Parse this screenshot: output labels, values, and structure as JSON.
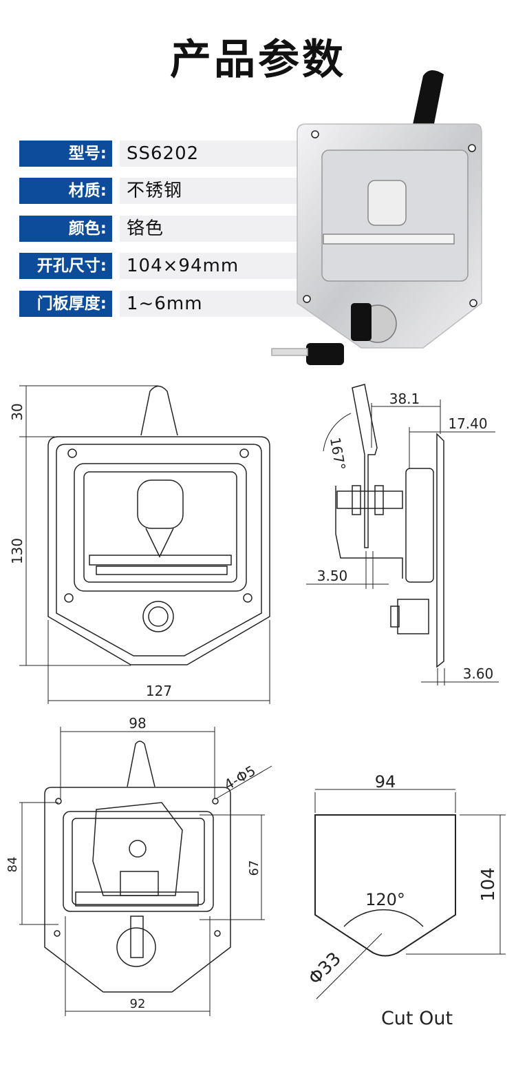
{
  "title": "产品参数",
  "specs": [
    {
      "label": "型号:",
      "value": "SS6202"
    },
    {
      "label": "材质:",
      "value": "不锈钢"
    },
    {
      "label": "颜色:",
      "value": "铬色"
    },
    {
      "label": "开孔尺寸:",
      "value": "104×94mm"
    },
    {
      "label": "门板厚度:",
      "value": "1~6mm"
    }
  ],
  "front_view": {
    "handle_height": "30",
    "height": "130",
    "width": "127"
  },
  "side_view": {
    "angle": "167°",
    "handle_offset": "38.1",
    "depth": "17.40",
    "handle_thickness": "3.50",
    "plate_thickness": "3.60"
  },
  "back_view": {
    "top_width": "98",
    "holes": "4-Φ5",
    "hole_height": "84",
    "inner_height": "67",
    "bottom_width": "92"
  },
  "cutout": {
    "width": "94",
    "height": "104",
    "angle": "120°",
    "radius": "Φ33",
    "caption": "Cut Out"
  }
}
